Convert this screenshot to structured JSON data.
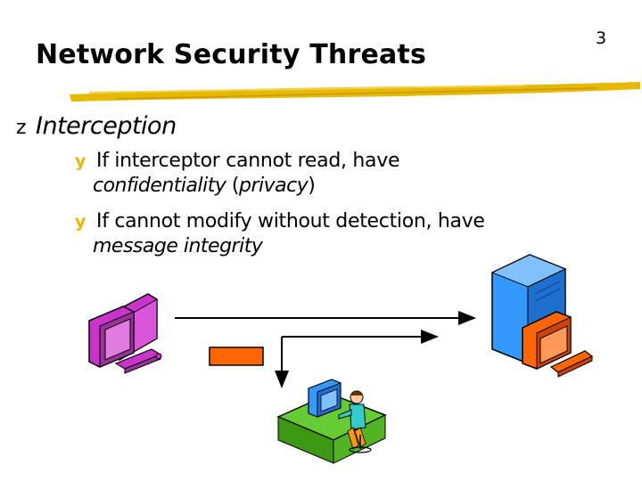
{
  "slide": {
    "title": "Network Security Threats",
    "page_number": "3"
  },
  "bullets": {
    "level1": {
      "icon": "z-bullet-icon",
      "glyph": "z",
      "text": "Interception"
    },
    "level2": [
      {
        "icon": "y-bullet-icon",
        "glyph": "y",
        "line1": "If interceptor cannot read, have",
        "line2_a": "confidentiality",
        "line2_b": "(",
        "line2_c": "privacy",
        "line2_d": ")"
      },
      {
        "icon": "y-bullet-icon",
        "glyph": "y",
        "line1": "If cannot modify without detection, have",
        "line2": "message integrity"
      }
    ]
  },
  "colors": {
    "title_underline": "#e6b800",
    "bullet_yellow": "#e6b800",
    "sender_computer": "#cc33cc",
    "server_tower": "#3399ff",
    "server_monitor": "#ff6600",
    "intercepted_message": "#ff6600",
    "interceptor_desk": "#66cc33"
  }
}
